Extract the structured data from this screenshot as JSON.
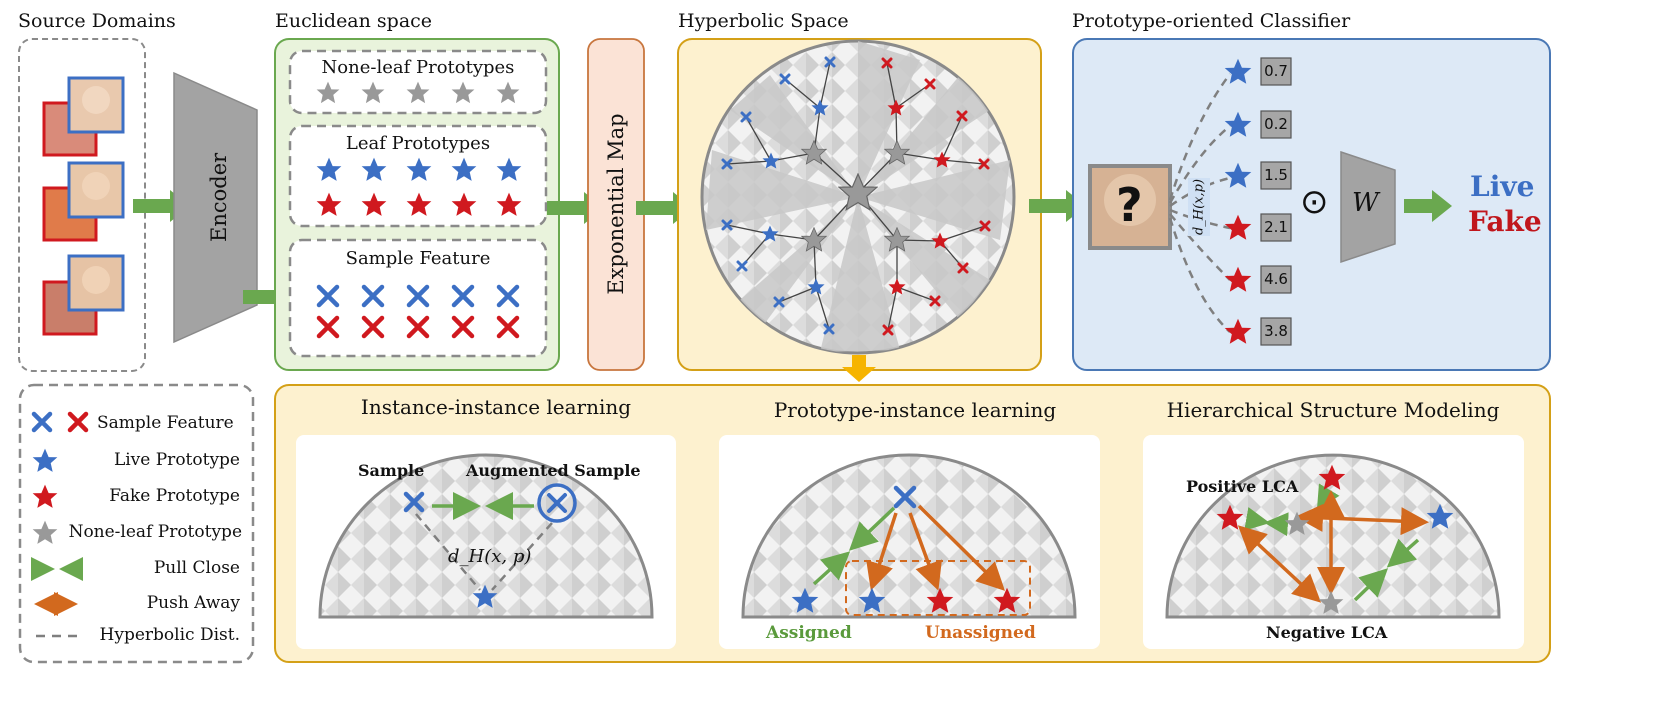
{
  "titles": {
    "source_domains": "Source Domains",
    "euclidean": "Euclidean space",
    "hyperbolic": "Hyperbolic Space",
    "classifier": "Prototype-oriented Classifier"
  },
  "encoder_label": "Encoder",
  "exp_map_label": "Exponential Map",
  "euclid_groups": {
    "nonleaf": "None-leaf Prototypes",
    "leaf": "Leaf Prototypes",
    "sample": "Sample Feature"
  },
  "classifier": {
    "distances": [
      "0.7",
      "0.2",
      "1.5",
      "2.1",
      "4.6",
      "3.8"
    ],
    "unknown_mark": "?",
    "dist_label": "d_H(x,p)",
    "odot": "⊙",
    "weight": "W",
    "live": "Live",
    "fake": "Fake"
  },
  "legend": {
    "sample_feature": "Sample Feature",
    "live_prototype": "Live Prototype",
    "fake_prototype": "Fake Prototype",
    "nonleaf_prototype": "None-leaf Prototype",
    "pull_close": "Pull Close",
    "push_away": "Push Away",
    "hyper_dist": "Hyperbolic Dist."
  },
  "learning": {
    "ii_title": "Instance-instance learning",
    "ii_sample": "Sample",
    "ii_aug": "Augmented Sample",
    "ii_dist": "d_H(x, p)",
    "pi_title": "Prototype-instance learning",
    "pi_assigned": "Assigned",
    "pi_unassigned": "Unassigned",
    "hs_title": "Hierarchical Structure Modeling",
    "hs_pos": "Positive LCA",
    "hs_neg": "Negative LCA"
  },
  "colors": {
    "live_blue": "#3c6fc4",
    "fake_red": "#d0191f",
    "gray": "#999999",
    "green": "#6aa84f",
    "orange": "#d2691e",
    "euclid_bg": "#e9f3dc",
    "hyper_bg": "#fdf1cf",
    "classifier_bg": "#dde9f6",
    "expmap_bg": "#fbe3d6"
  }
}
